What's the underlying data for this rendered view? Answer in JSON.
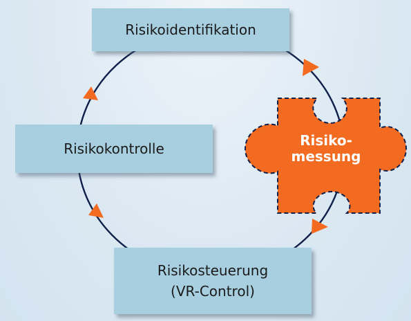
{
  "nodes": {
    "identification": "Risikoidentifikation",
    "control": "Risikokontrolle",
    "steering_line1": "Risikosteuerung",
    "steering_line2": "(VR-Control)",
    "measurement_line1": "Risiko-",
    "measurement_line2": "messung"
  },
  "colors": {
    "box_fill": "#a8cfe0",
    "puzzle_fill": "#f36a21",
    "cycle_line": "#0e1f4a",
    "arrow": "#f36a21"
  },
  "icons": [
    "puzzle-piece-icon",
    "arrow-head-icon"
  ]
}
